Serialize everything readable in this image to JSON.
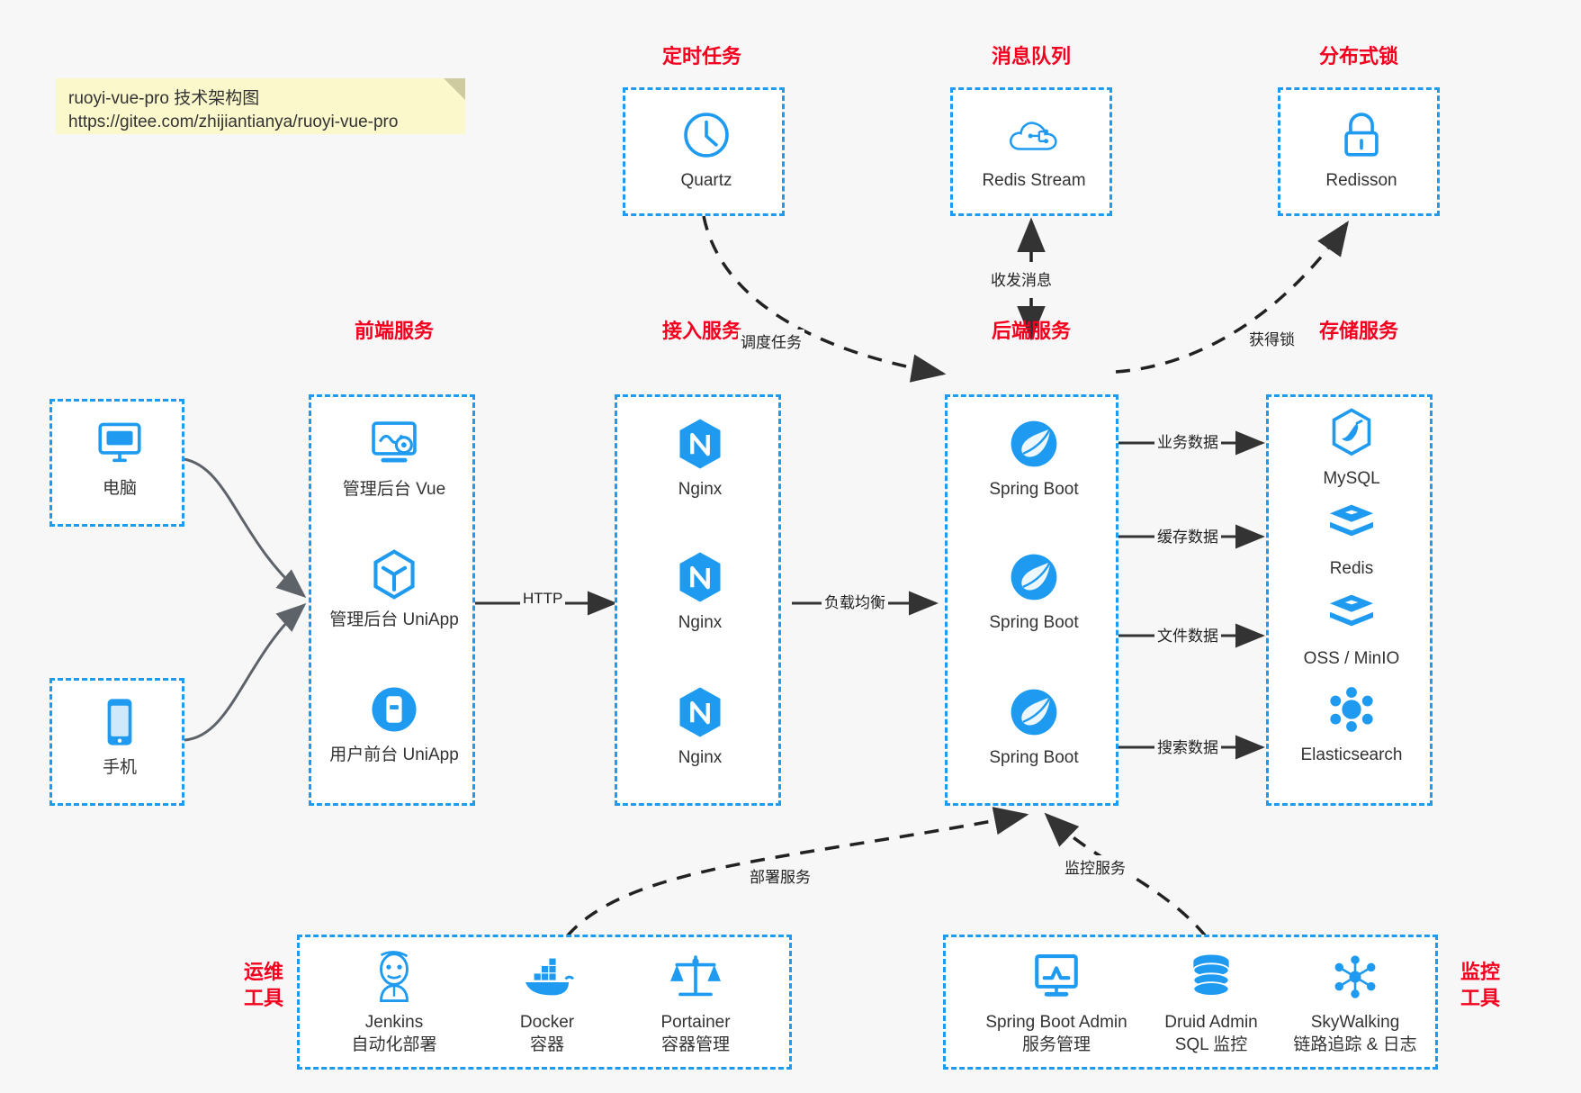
{
  "note": {
    "line1": "ruoyi-vue-pro 技术架构图",
    "line2": "https://gitee.com/zhijiantianya/ruoyi-vue-pro"
  },
  "groups": {
    "scheduler": {
      "title": "定时任务",
      "nodes": [
        {
          "label": "Quartz",
          "icon": "clock-icon"
        }
      ]
    },
    "mq": {
      "title": "消息队列",
      "nodes": [
        {
          "label": "Redis Stream",
          "icon": "cloud-stream-icon"
        }
      ]
    },
    "lock": {
      "title": "分布式锁",
      "nodes": [
        {
          "label": "Redisson",
          "icon": "lock-icon"
        }
      ]
    },
    "clients": {
      "nodes": [
        {
          "label": "电脑",
          "icon": "desktop-icon"
        },
        {
          "label": "手机",
          "icon": "phone-icon"
        }
      ]
    },
    "frontend": {
      "title": "前端服务",
      "nodes": [
        {
          "label": "管理后台 Vue",
          "icon": "dashboard-gear-icon"
        },
        {
          "label": "管理后台 UniApp",
          "icon": "cube-icon"
        },
        {
          "label": "用户前台 UniApp",
          "icon": "mobile-app-icon"
        }
      ]
    },
    "gateway": {
      "title": "接入服务",
      "nodes": [
        {
          "label": "Nginx",
          "icon": "nginx-icon"
        },
        {
          "label": "Nginx",
          "icon": "nginx-icon"
        },
        {
          "label": "Nginx",
          "icon": "nginx-icon"
        }
      ]
    },
    "backend": {
      "title": "后端服务",
      "nodes": [
        {
          "label": "Spring Boot",
          "icon": "spring-leaf-icon"
        },
        {
          "label": "Spring Boot",
          "icon": "spring-leaf-icon"
        },
        {
          "label": "Spring Boot",
          "icon": "spring-leaf-icon"
        }
      ]
    },
    "storage": {
      "title": "存储服务",
      "nodes": [
        {
          "label": "MySQL",
          "icon": "mysql-dolphin-icon"
        },
        {
          "label": "Redis",
          "icon": "redis-stack-icon"
        },
        {
          "label": "OSS / MinIO",
          "icon": "object-storage-icon"
        },
        {
          "label": "Elasticsearch",
          "icon": "elasticsearch-icon"
        }
      ]
    },
    "devops": {
      "title": "运维\n工具",
      "title_line1": "运维",
      "title_line2": "工具",
      "nodes": [
        {
          "label": "Jenkins",
          "sub": "自动化部署",
          "icon": "jenkins-butler-icon"
        },
        {
          "label": "Docker",
          "sub": "容器",
          "icon": "docker-whale-icon"
        },
        {
          "label": "Portainer",
          "sub": "容器管理",
          "icon": "scales-icon"
        }
      ]
    },
    "monitor": {
      "title_line1": "监控",
      "title_line2": "工具",
      "nodes": [
        {
          "label": "Spring Boot Admin",
          "sub": "服务管理",
          "icon": "monitor-chart-icon"
        },
        {
          "label": "Druid Admin",
          "sub": "SQL 监控",
          "icon": "database-icon"
        },
        {
          "label": "SkyWalking",
          "sub": "链路追踪 & 日志",
          "icon": "skywalking-icon"
        }
      ]
    }
  },
  "edges": {
    "schedule_task": "调度任务",
    "send_receive_message": "收发消息",
    "acquire_lock": "获得锁",
    "http": "HTTP",
    "load_balance": "负载均衡",
    "business_data": "业务数据",
    "cache_data": "缓存数据",
    "file_data": "文件数据",
    "search_data": "搜索数据",
    "deploy_service": "部署服务",
    "monitor_service": "监控服务"
  },
  "colors": {
    "accent": "#1e9bf0",
    "title": "#f4001e",
    "note_bg": "#fbf8cc",
    "background": "#f7f7f7",
    "arrow": "#333333"
  }
}
